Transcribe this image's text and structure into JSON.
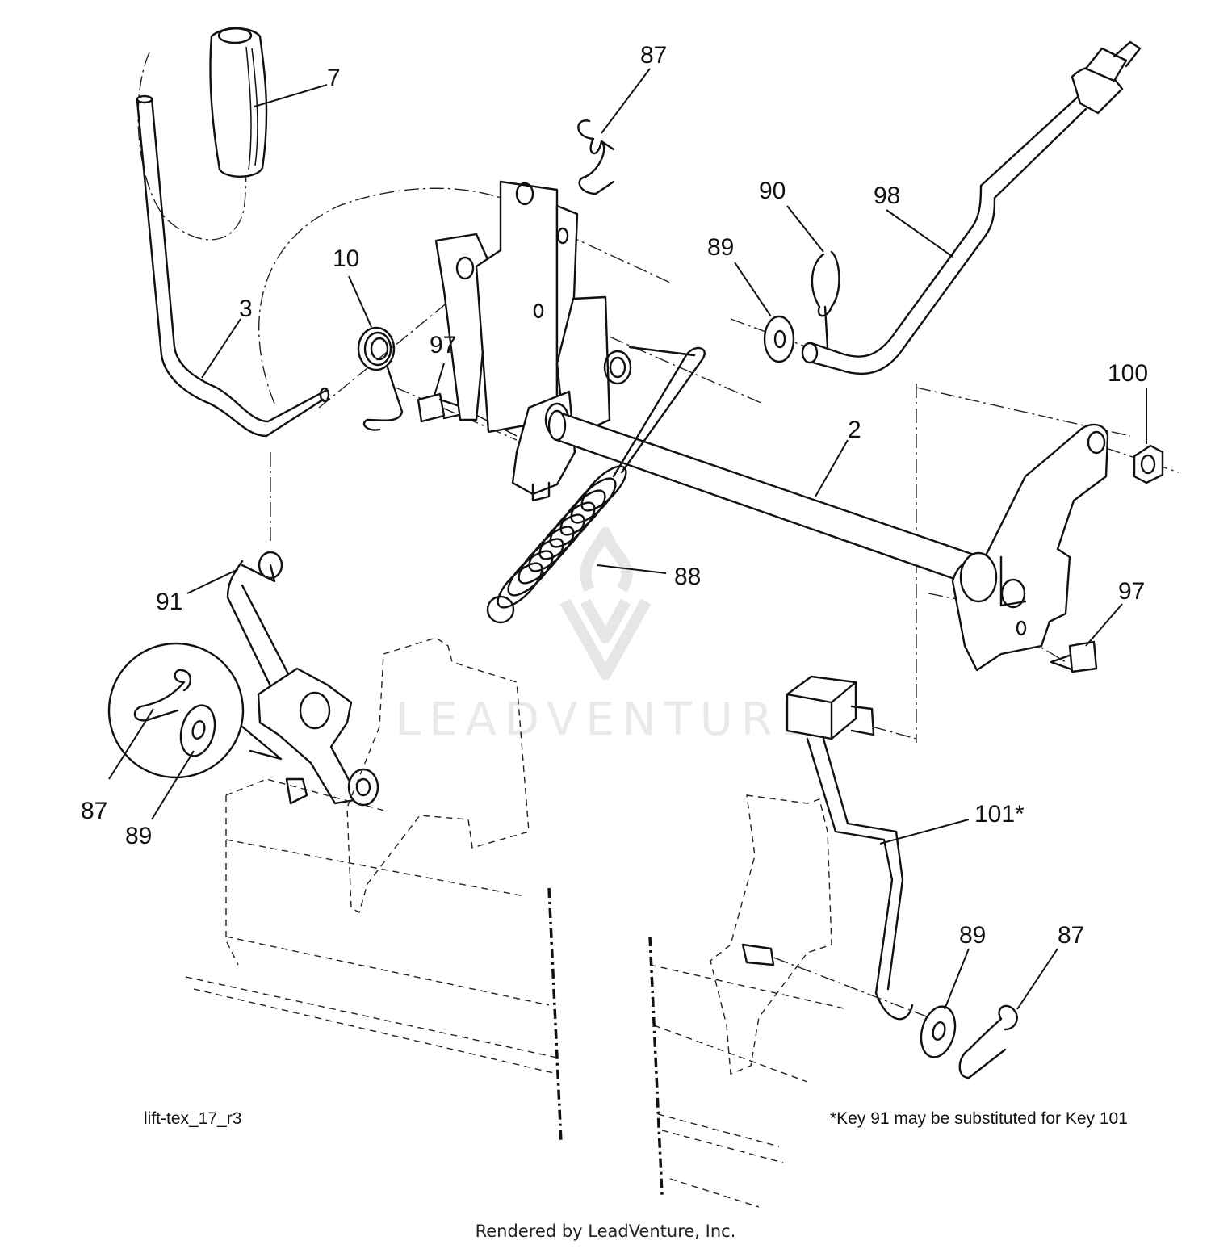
{
  "diagram": {
    "callouts": {
      "c7": "7",
      "c3": "3",
      "c10": "10",
      "c97a": "97",
      "c87a": "87",
      "c90": "90",
      "c98": "98",
      "c89a": "89",
      "c100": "100",
      "c2": "2",
      "c88": "88",
      "c97b": "97",
      "c91": "91",
      "c87b": "87",
      "c89b": "89",
      "c101": "101*",
      "c89c": "89",
      "c87c": "87"
    },
    "drawing_id": "lift-tex_17_r3",
    "footnote": "*Key 91 may be substituted for Key 101",
    "watermark": "LEADVENTURE",
    "credit": "Rendered by LeadVenture, Inc."
  }
}
